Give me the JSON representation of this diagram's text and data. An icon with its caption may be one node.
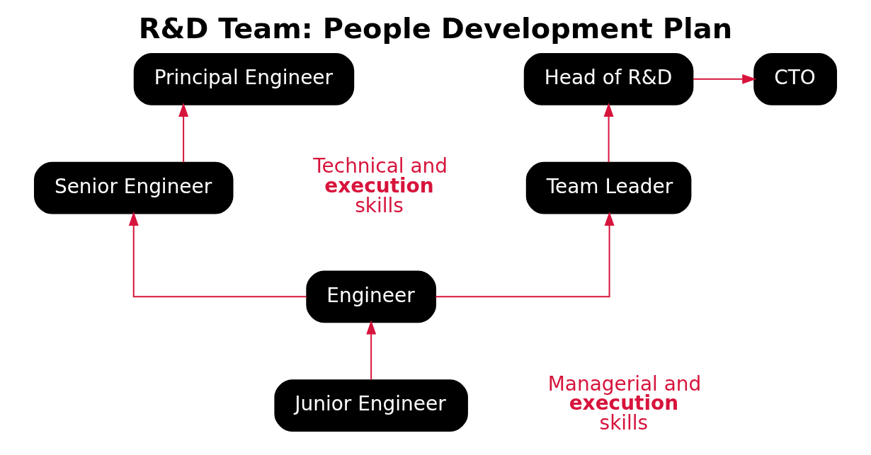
{
  "diagram": {
    "title": "R&D Team: People Development Plan",
    "nodes": [
      {
        "text": [
          "Principal Engineer"
        ]
      },
      {
        "text": [
          "Senior Engineer"
        ]
      },
      {
        "text": [
          "Head of R&D"
        ]
      },
      {
        "text": [
          "CTO"
        ]
      },
      {
        "text": [
          "Team Leader"
        ]
      },
      {
        "text": [
          "Engineer"
        ]
      },
      {
        "text": [
          "Junior Engineer"
        ]
      }
    ],
    "edges": [
      {
        "from": 6,
        "to": 5,
        "arrow": "to"
      },
      {
        "from": 5,
        "to": 1,
        "arrow": "to"
      },
      {
        "from": 5,
        "to": 4,
        "arrow": "to"
      },
      {
        "from": 4,
        "to": 2,
        "arrow": "to"
      },
      {
        "from": 2,
        "to": 3,
        "arrow": "to"
      },
      {
        "from": 1,
        "to": 0,
        "arrow": "to"
      }
    ],
    "labels": [
      "Technical and **execution** skills",
      "Managerial and **execution** skills"
    ]
  }
}
